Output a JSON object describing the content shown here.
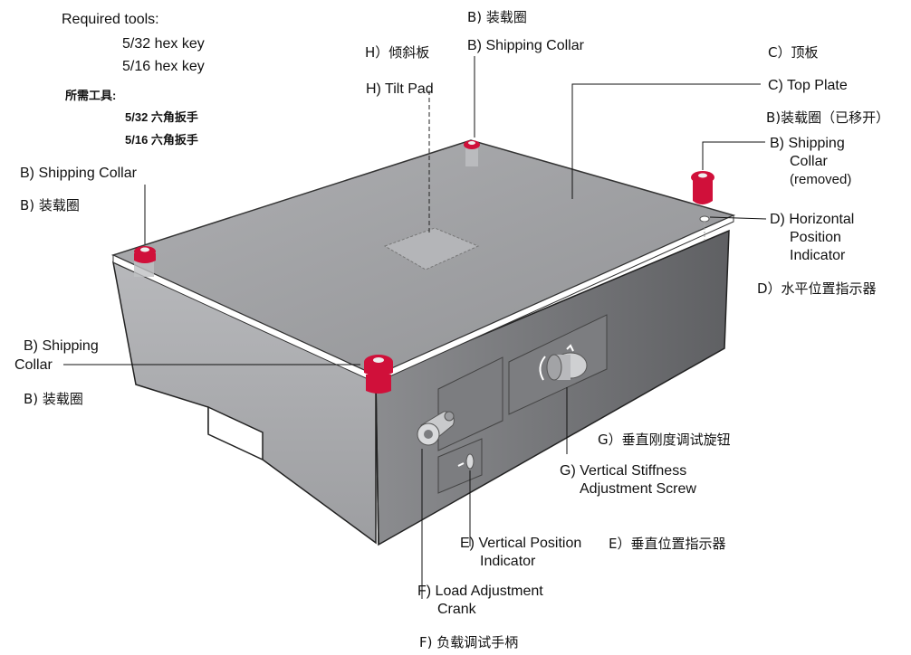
{
  "tools": {
    "heading": "Required tools:",
    "items": [
      "5/32 hex key",
      "5/16 hex key"
    ],
    "heading_zh": "所需工具:",
    "items_zh": [
      "5/32 六角扳手",
      "5/16 六角扳手"
    ]
  },
  "labels": {
    "shipping_collar_top_zh": "B) 装载圈",
    "shipping_collar_top": "B) Shipping  Collar",
    "tilt_pad_zh": "H）倾斜板",
    "tilt_pad": "H) Tilt Pad",
    "top_plate_zh": "C）顶板",
    "top_plate": "C) Top Plate",
    "removed_collar_zh": "B)装载圈（已移开）",
    "removed_collar_l1": "B)  Shipping",
    "removed_collar_l2": "Collar",
    "removed_collar_l3": "(removed)",
    "shipping_collar_left": "B) Shipping  Collar",
    "shipping_collar_left_zh": "B) 装载圈",
    "horiz_indicator_l1": "D) Horizontal",
    "horiz_indicator_l2": "Position",
    "horiz_indicator_l3": "Indicator",
    "horiz_indicator_zh": "D）水平位置指示器",
    "shipping_collar_front_l1": "B) Shipping",
    "shipping_collar_front_l2": "Collar",
    "shipping_collar_front_zh": "B) 装载圈",
    "stiffness_zh": "G）垂直刚度调试旋钮",
    "stiffness_l1": "G) Vertical Stiffness",
    "stiffness_l2": "Adjustment  Screw",
    "vert_indicator_l1": "E) Vertical Position",
    "vert_indicator_l2": "Indicator",
    "vert_indicator_zh": "E）垂直位置指示器",
    "crank_l1": "F)  Load  Adjustment",
    "crank_l2": "Crank",
    "crank_zh": "F) 负载调试手柄"
  },
  "colors": {
    "collar_red": "#d0103a",
    "box_gray": "#6e6f72",
    "plate_gray": "#9a9b9e",
    "line": "#111111"
  }
}
